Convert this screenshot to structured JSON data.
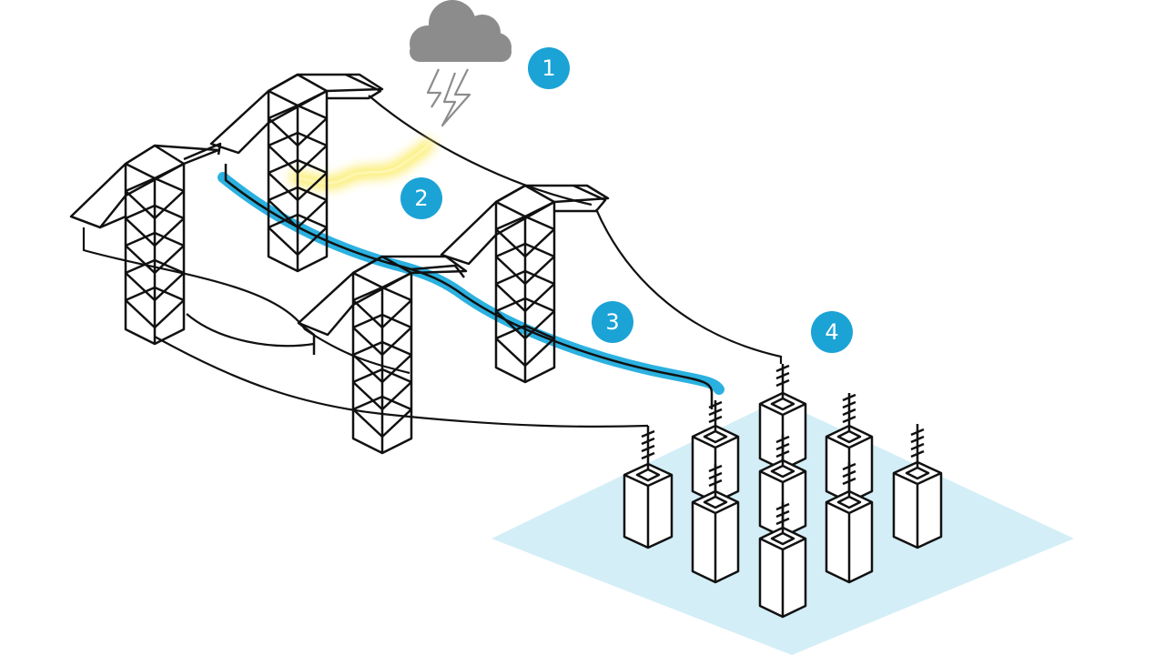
{
  "markers": [
    {
      "label": "1",
      "meaning": "lightning-strike"
    },
    {
      "label": "2",
      "meaning": "shield-wire-arc"
    },
    {
      "label": "3",
      "meaning": "current-path"
    },
    {
      "label": "4",
      "meaning": "substation-grounding"
    }
  ],
  "colors": {
    "marker": "#1BA3D6",
    "current_path": "#2BB1E0",
    "ground_plane": "#D3EEF6",
    "arc_glow": "#FBEA5A",
    "cloud": "#8C8C8C",
    "bolt": "#8C8C8C",
    "line": "#111111"
  },
  "icons": [
    "cloud-icon",
    "lightning-bolt-icon"
  ]
}
